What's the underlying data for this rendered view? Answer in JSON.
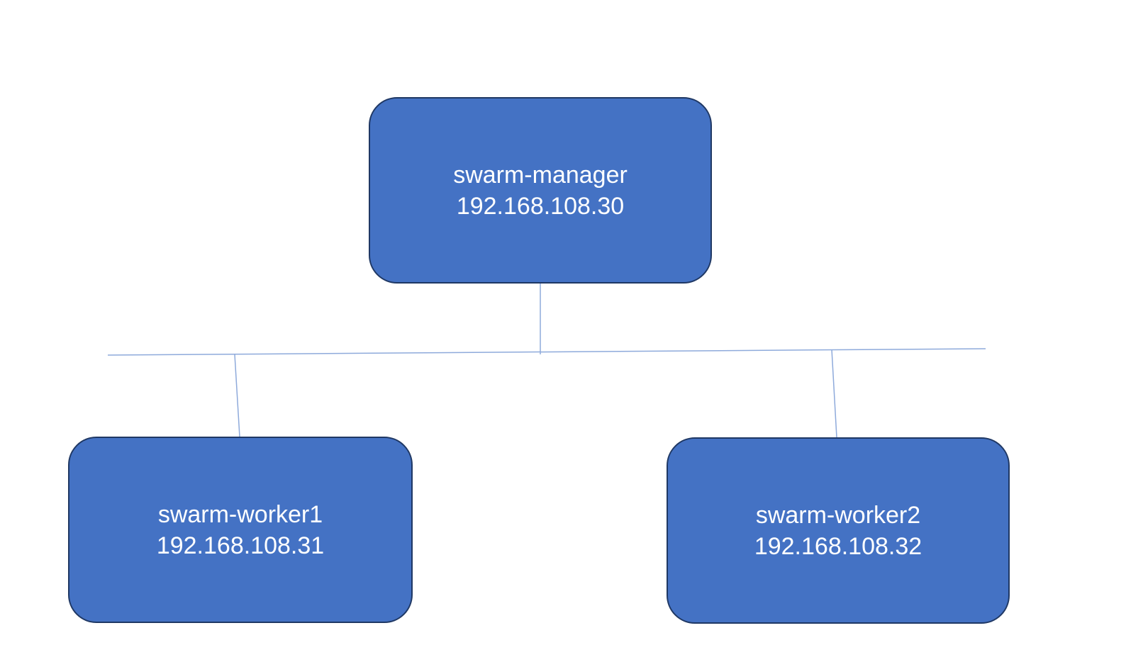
{
  "diagram": {
    "colors": {
      "node_fill": "#4472c4",
      "node_border": "#1f3864",
      "node_text": "#ffffff",
      "connector": "#8eaadb",
      "background": "#ffffff"
    },
    "nodes": [
      {
        "id": "manager",
        "name": "swarm-manager",
        "ip": "192.168.108.30",
        "role": "manager"
      },
      {
        "id": "worker1",
        "name": "swarm-worker1",
        "ip": "192.168.108.31",
        "role": "worker"
      },
      {
        "id": "worker2",
        "name": "swarm-worker2",
        "ip": "192.168.108.32",
        "role": "worker"
      }
    ],
    "connections": [
      {
        "from": "manager",
        "to": "bus"
      },
      {
        "from": "bus",
        "to": "worker1"
      },
      {
        "from": "bus",
        "to": "worker2"
      }
    ]
  }
}
